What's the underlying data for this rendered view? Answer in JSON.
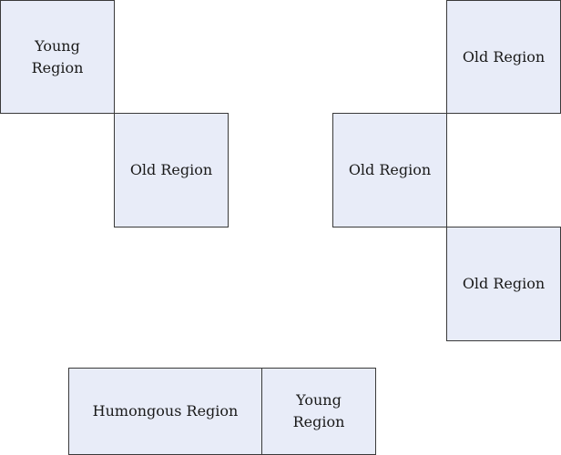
{
  "colors": {
    "region_fill": "#e8ecf8",
    "region_border": "#3a3a3a",
    "text": "#1a1a1a",
    "background": "#ffffff"
  },
  "regions": {
    "young_top": {
      "label": "Young\nRegion"
    },
    "old_center": {
      "label": "Old Region"
    },
    "old_right_top": {
      "label": "Old Region"
    },
    "old_right_mid": {
      "label": "Old Region"
    },
    "old_right_bottom": {
      "label": "Old Region"
    },
    "humongous": {
      "label": "Humongous Region"
    },
    "young_bottom": {
      "label": "Young\nRegion"
    }
  }
}
